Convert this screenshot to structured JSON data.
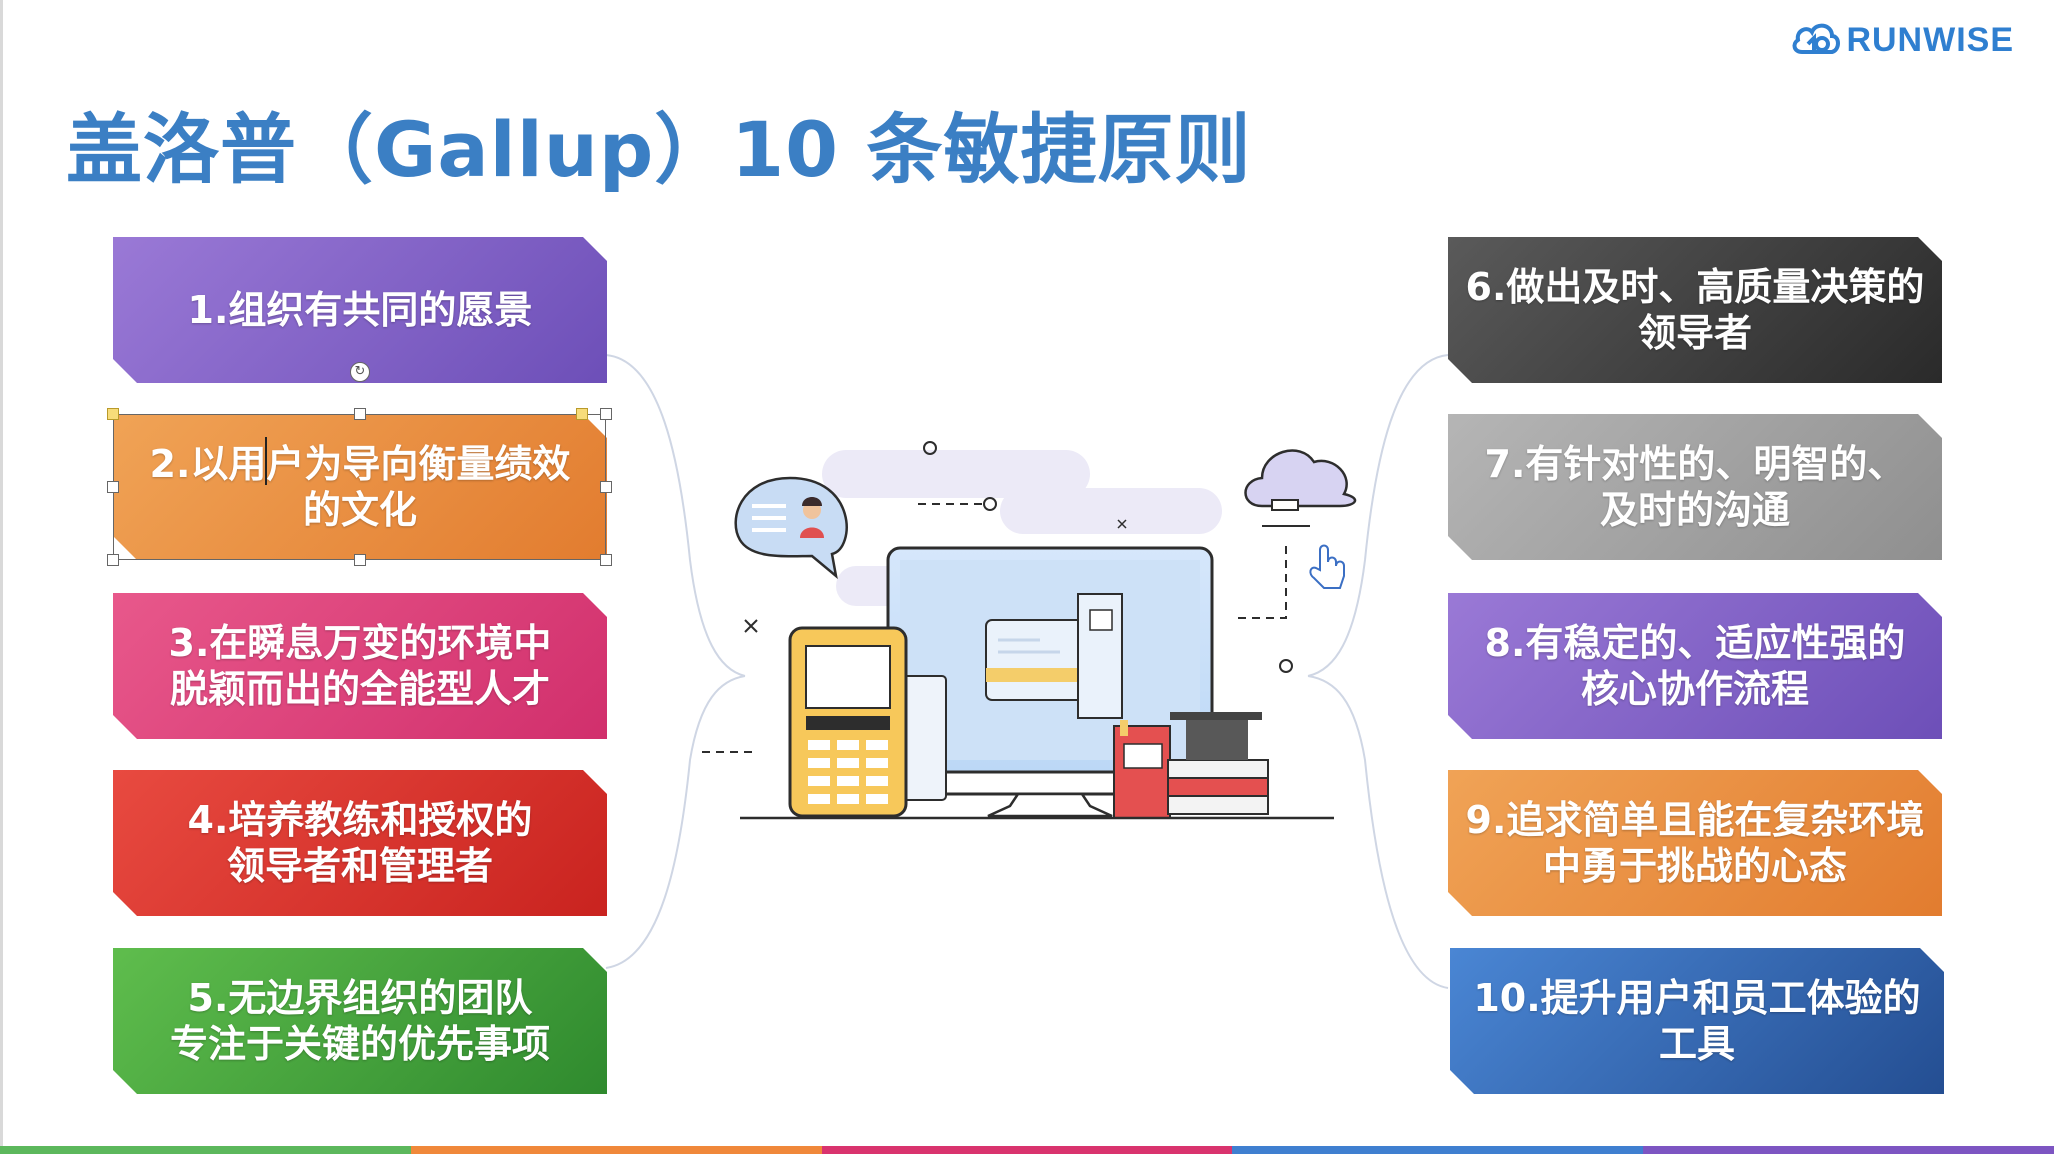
{
  "slide": {
    "title": "盖洛普（Gallup）10 条敏捷原则",
    "logo_text": "RUNWISE",
    "colors": {
      "title": "#3b7fc4",
      "logo": "#2f7fd0"
    }
  },
  "principles_left": [
    {
      "line1": "1.组织有共同的愿景",
      "line2": "",
      "color_from": "#9a79d6",
      "color_to": "#6d4fb8"
    },
    {
      "line1": "2.以用户为导向衡量绩效",
      "line2": "的文化",
      "color_from": "#f0a356",
      "color_to": "#e27c2f"
    },
    {
      "line1": "3.在瞬息万变的环境中",
      "line2": "脱颖而出的全能型人才",
      "color_from": "#e8588b",
      "color_to": "#d12f6c"
    },
    {
      "line1": "4.培养教练和授权的",
      "line2": "领导者和管理者",
      "color_from": "#e84a40",
      "color_to": "#c9231f"
    },
    {
      "line1": "5.无边界组织的团队",
      "line2": "专注于关键的优先事项",
      "color_from": "#5fbd4d",
      "color_to": "#2f8a2e"
    }
  ],
  "principles_right": [
    {
      "line1": "6.做出及时、高质量决策的",
      "line2": "领导者",
      "color_from": "#5a5a5a",
      "color_to": "#2a2a2a"
    },
    {
      "line1": "7.有针对性的、明智的、",
      "line2": "及时的沟通",
      "color_from": "#b5b5b5",
      "color_to": "#8f8f8f"
    },
    {
      "line1": "8.有稳定的、适应性强的",
      "line2": "核心协作流程",
      "color_from": "#9a79d6",
      "color_to": "#6d4fb8"
    },
    {
      "line1": "9.追求简单且能在复杂环境",
      "line2": "中勇于挑战的心态",
      "color_from": "#f0a356",
      "color_to": "#e27c2f"
    },
    {
      "line1": "10.提升用户和员工体验的",
      "line2": "工具",
      "color_from": "#4a86d4",
      "color_to": "#244e92"
    }
  ],
  "bottom_bar_colors": [
    "#5cb85c",
    "#f0883a",
    "#d9336e",
    "#3f7fd0",
    "#7d55c2"
  ]
}
